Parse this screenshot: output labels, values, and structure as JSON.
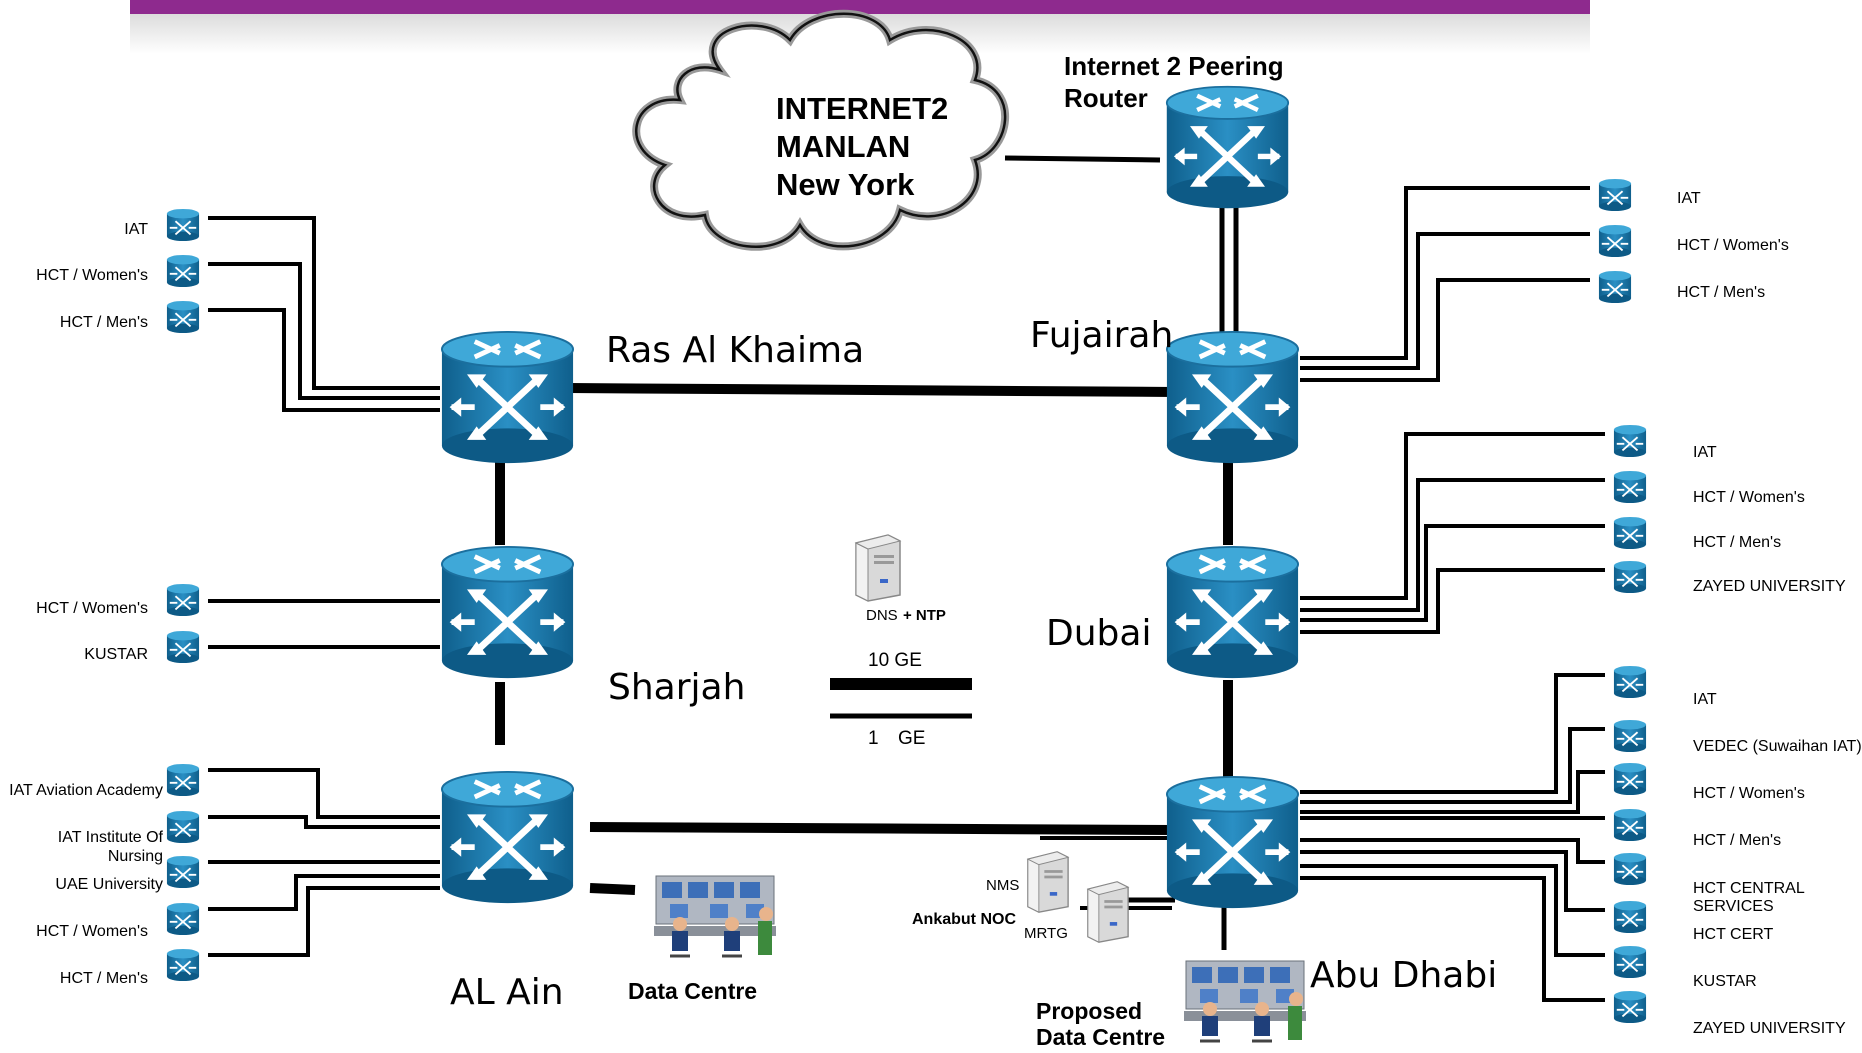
{
  "cloud": {
    "line1": "INTERNET2",
    "line2": "MANLAN",
    "line3": "New York"
  },
  "peering_router": {
    "line1": "Internet 2 Peering",
    "line2": "Router"
  },
  "cities": {
    "ras_al_khaima": "Ras Al Khaima",
    "fujairah": "Fujairah",
    "sharjah": "Sharjah",
    "dubai": "Dubai",
    "al_ain": "AL Ain",
    "abu_dhabi": "Abu Dhabi"
  },
  "legend": {
    "dns": "DNS",
    "ntp": "+ NTP",
    "ten_ge": "10 GE",
    "one_ge_a": "1",
    "one_ge_b": "GE"
  },
  "data_centre": "Data Centre",
  "proposed": {
    "line1": "Proposed",
    "line2": "Data Centre"
  },
  "noc": {
    "nms": "NMS",
    "noc": "Ankabut NOC",
    "mrtg": "MRTG"
  },
  "sites": {
    "rak": [
      "IAT",
      "HCT / Women's",
      "HCT / Men's"
    ],
    "sharjah": [
      "HCT / Women's",
      "KUSTAR"
    ],
    "alain": [
      "IAT Aviation Academy",
      "IAT Institute Of",
      "Nursing",
      "UAE University",
      "HCT / Women's",
      "HCT / Men's"
    ],
    "fujairah": [
      "IAT",
      "HCT / Women's",
      "HCT / Men's"
    ],
    "dubai": [
      "IAT",
      "HCT / Women's",
      "HCT / Men's",
      "ZAYED UNIVERSITY"
    ],
    "abudhabi": [
      "IAT",
      "VEDEC (Suwaihan IAT)",
      "HCT / Women's",
      "HCT / Men's",
      "HCT CENTRAL",
      "SERVICES",
      "HCT CERT",
      "KUSTAR",
      "ZAYED UNIVERSITY"
    ]
  }
}
